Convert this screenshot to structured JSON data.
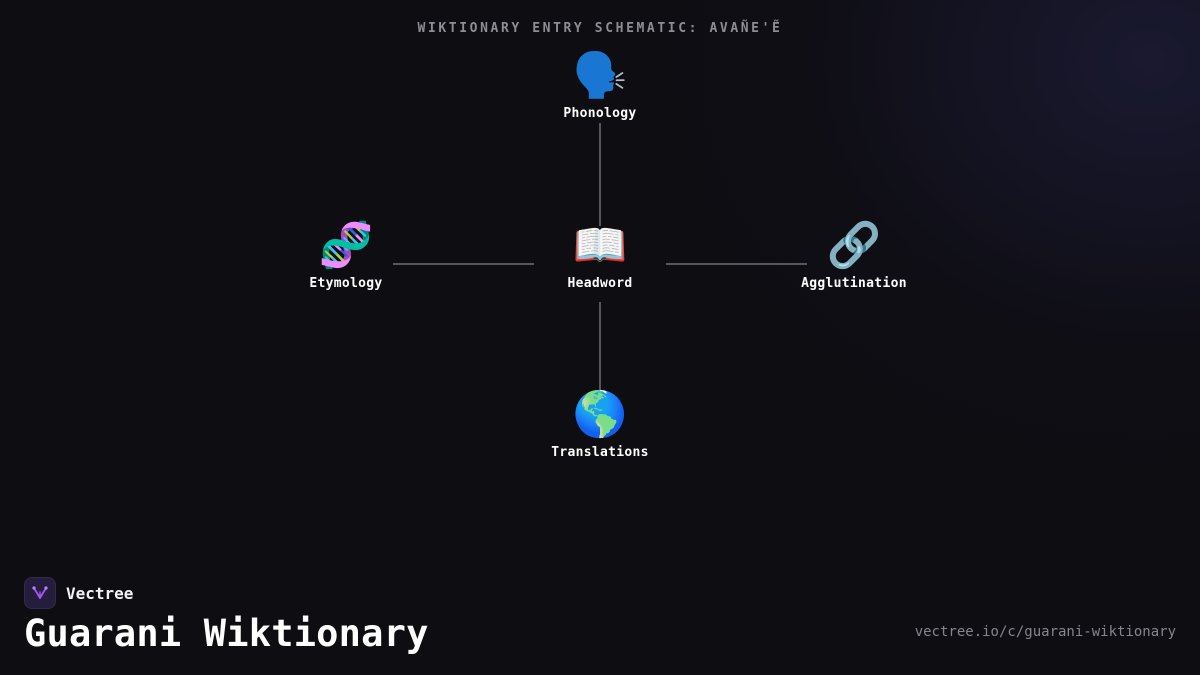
{
  "header": {
    "title": "WIKTIONARY ENTRY SCHEMATIC: AVAÑE'Ẽ"
  },
  "diagram": {
    "center": {
      "label": "Headword",
      "icon": "📖",
      "icon_name": "open-book-icon"
    },
    "nodes": [
      {
        "id": "phonology",
        "label": "Phonology",
        "icon": "🗣️",
        "icon_name": "speaking-head-icon",
        "position": "top"
      },
      {
        "id": "etymology",
        "label": "Etymology",
        "icon": "🧬",
        "icon_name": "dna-icon",
        "position": "left"
      },
      {
        "id": "agglutination",
        "label": "Agglutination",
        "icon": "🔗",
        "icon_name": "link-icon",
        "position": "right"
      },
      {
        "id": "translations",
        "label": "Translations",
        "icon": "🌎",
        "icon_name": "globe-americas-icon",
        "position": "bottom"
      }
    ],
    "colors": {
      "connector": "#6e6e74",
      "label": "#ffffff"
    }
  },
  "brand": {
    "name": "Vectree",
    "logo_icon": "vectree-logo-icon",
    "logo_color": "#a855f7"
  },
  "footer": {
    "title": "Guarani Wiktionary",
    "url": "vectree.io/c/guarani-wiktionary"
  },
  "colors": {
    "background": "#0e0d12",
    "header_text": "#8d8d93",
    "url_text": "#85858d"
  }
}
